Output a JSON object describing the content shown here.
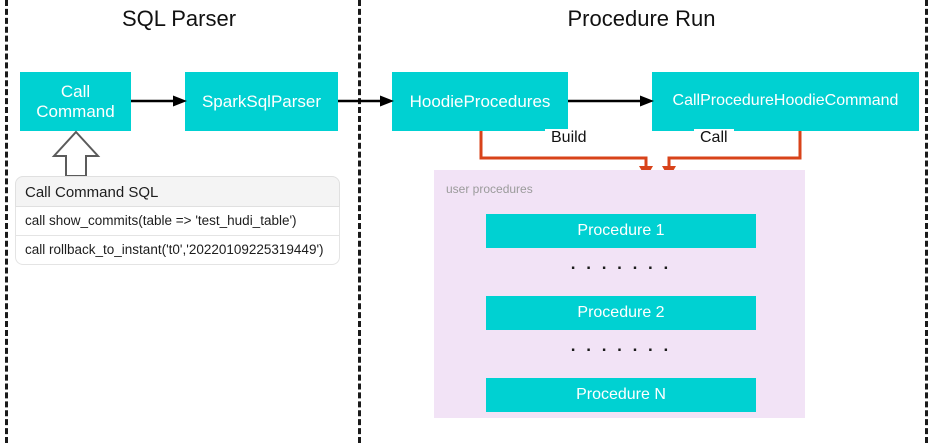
{
  "diagram": {
    "sections": [
      {
        "id": "sql-parser",
        "title": "SQL Parser"
      },
      {
        "id": "procedure-run",
        "title": "Procedure Run"
      }
    ],
    "colors": {
      "box_fill": "#00d1d2",
      "box_text": "#ffffff",
      "panel_fill": "#f2e3f6",
      "connector_orange": "#d8431a",
      "arrow_black": "#000000",
      "separator": "#1a1a1a"
    },
    "nodes": [
      {
        "id": "call-command",
        "label": "Call\nCommand"
      },
      {
        "id": "spark-sql-parser",
        "label": "SparkSqlParser"
      },
      {
        "id": "hoodie-procedures",
        "label": "HoodieProcedures"
      },
      {
        "id": "call-procedure-hoodie-command",
        "label": "CallProcedureHoodieCommand"
      }
    ],
    "connector_labels": {
      "build": "Build",
      "call": "Call"
    },
    "sql_table": {
      "header": "Call Command SQL",
      "rows": [
        "call show_commits(table => 'test_hudi_table')",
        "call rollback_to_instant('t0','20220109225319449')"
      ]
    },
    "user_procedures": {
      "label": "user procedures",
      "items": [
        {
          "id": "procedure-1",
          "label": "Procedure 1"
        },
        {
          "id": "procedure-2",
          "label": "Procedure 2"
        },
        {
          "id": "procedure-n",
          "label": "Procedure N"
        }
      ],
      "separator_dots": ". . . . . . ."
    }
  }
}
